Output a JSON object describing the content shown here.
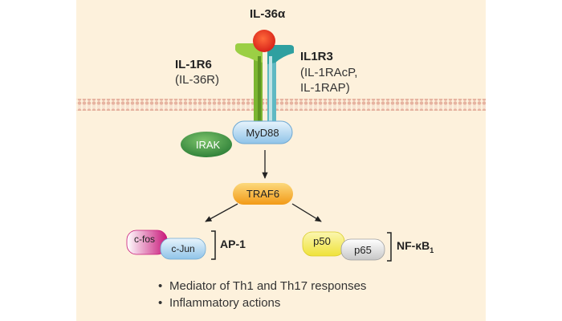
{
  "ligand": {
    "label": "IL-36α"
  },
  "receptor_left": {
    "name": "IL-1R6",
    "alias": "(IL-36R)"
  },
  "receptor_right": {
    "name": "IL1R3",
    "alias_line1": "(IL-1RAcP,",
    "alias_line2": "IL-1RAP)"
  },
  "adaptor": {
    "label": "MyD88"
  },
  "kinase": {
    "label": "IRAK"
  },
  "traf": {
    "label": "TRAF6"
  },
  "ap1": {
    "left": "c-fos",
    "right": "c-Jun",
    "complex": "AP-1"
  },
  "nfkb": {
    "left": "p50",
    "right": "p65",
    "complex_prefix": "NF-κB",
    "complex_subscript": "1"
  },
  "bullets": [
    "Mediator of Th1 and Th17 responses",
    "Inflammatory actions"
  ],
  "colors": {
    "background_panel": "#fdf1dc",
    "ligand": "#e53a1e",
    "receptor_left": "#8cc63f",
    "receptor_right": "#3aa6a2",
    "membrane": "#e9b9a6",
    "myd88": "#b9dcf2",
    "irak": "#2f8a3c",
    "traf6": "#f7a31e",
    "c_fos": "#c8187a",
    "c_jun": "#8fc6ea",
    "p50": "#f6ec5a",
    "p65": "#d8d8d8"
  }
}
